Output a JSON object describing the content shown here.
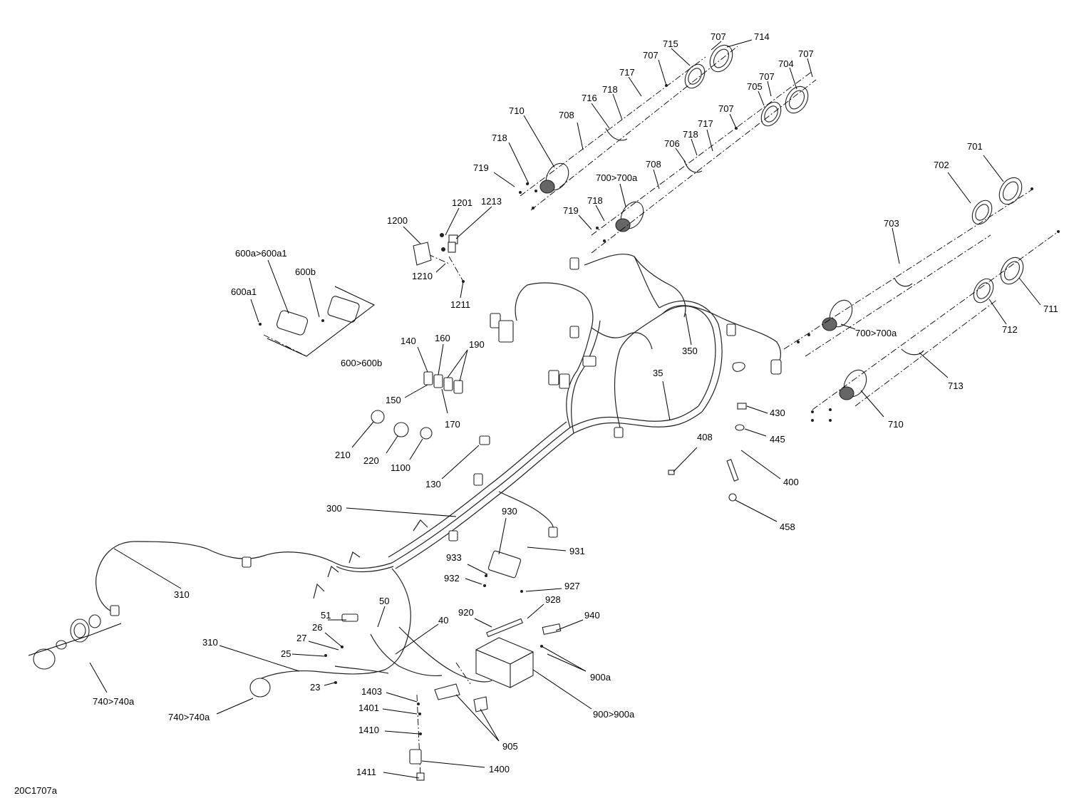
{
  "figure_code": "20C1707a",
  "labels": [
    "707",
    "714",
    "715",
    "707",
    "707",
    "717",
    "704",
    "718",
    "707",
    "705",
    "716",
    "710",
    "708",
    "707",
    "717",
    "718",
    "706",
    "718",
    "708",
    "719",
    "700>700a",
    "718",
    "719",
    "701",
    "702",
    "1201",
    "1213",
    "1200",
    "1210",
    "1211",
    "703",
    "600a>600a1",
    "600b",
    "600a1",
    "600>600b",
    "140",
    "160",
    "190",
    "150",
    "170",
    "350",
    "35",
    "700>700a",
    "711",
    "712",
    "713",
    "430",
    "445",
    "710",
    "210",
    "220",
    "1100",
    "130",
    "408",
    "400",
    "458",
    "300",
    "930",
    "931",
    "933",
    "932",
    "927",
    "310",
    "928",
    "920",
    "940",
    "51",
    "50",
    "40",
    "26",
    "27",
    "25",
    "310",
    "23",
    "1403",
    "1401",
    "1410",
    "900a",
    "900>900a",
    "905",
    "1400",
    "1411",
    "740>740a",
    "740>740a"
  ]
}
